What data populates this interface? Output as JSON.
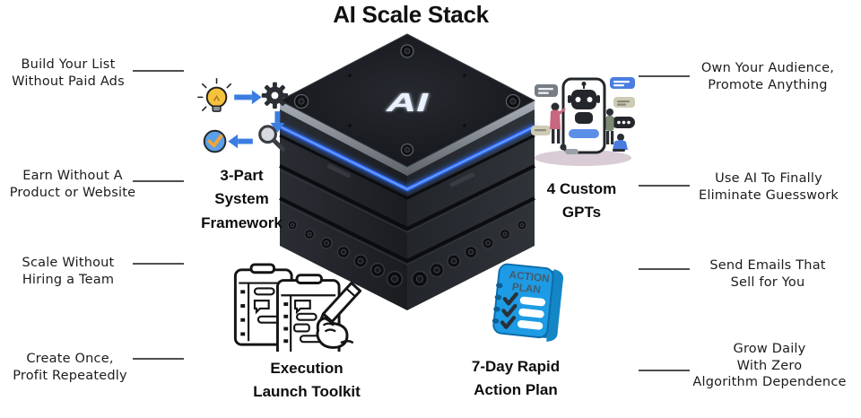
{
  "title": "AI Scale Stack",
  "cube": {
    "label": "AI"
  },
  "left_benefits": [
    {
      "label": "Build Your List\nWithout Paid Ads"
    },
    {
      "label": "Earn Without A\nProduct or Website"
    },
    {
      "label": "Scale Without\nHiring a Team"
    },
    {
      "label": "Create Once,\nProfit Repeatedly"
    }
  ],
  "right_benefits": [
    {
      "label": "Own Your Audience,\nPromote Anything"
    },
    {
      "label": "Use AI To Finally\nEliminate Guesswork"
    },
    {
      "label": "Send Emails That\nSell for You"
    },
    {
      "label": "Grow Daily\nWith Zero\nAlgorithm Dependence"
    }
  ],
  "features": [
    {
      "label": "3-Part\nSystem\nFramework",
      "icon": "process-flow-icon"
    },
    {
      "label": "4 Custom\nGPTs",
      "icon": "chatbot-people-icon"
    },
    {
      "label": "Execution\nLaunch Toolkit",
      "icon": "checklist-hand-icon"
    },
    {
      "label": "7-Day Rapid\nAction Plan",
      "icon": "action-plan-notebook-icon"
    }
  ],
  "plan_icon": {
    "line1": "ACTION",
    "line2": "PLAN"
  },
  "colors": {
    "accent_blue": "#3b7de0",
    "glow_blue": "#2e6cf2",
    "notebook_blue": "#1d9be4",
    "bulb_yellow": "#f4c23c",
    "check_blue": "#5aa0e8",
    "check_mark_orange": "#f0a43a",
    "connector_gray": "#4f4f4f",
    "cube_dark": "#17191d"
  }
}
